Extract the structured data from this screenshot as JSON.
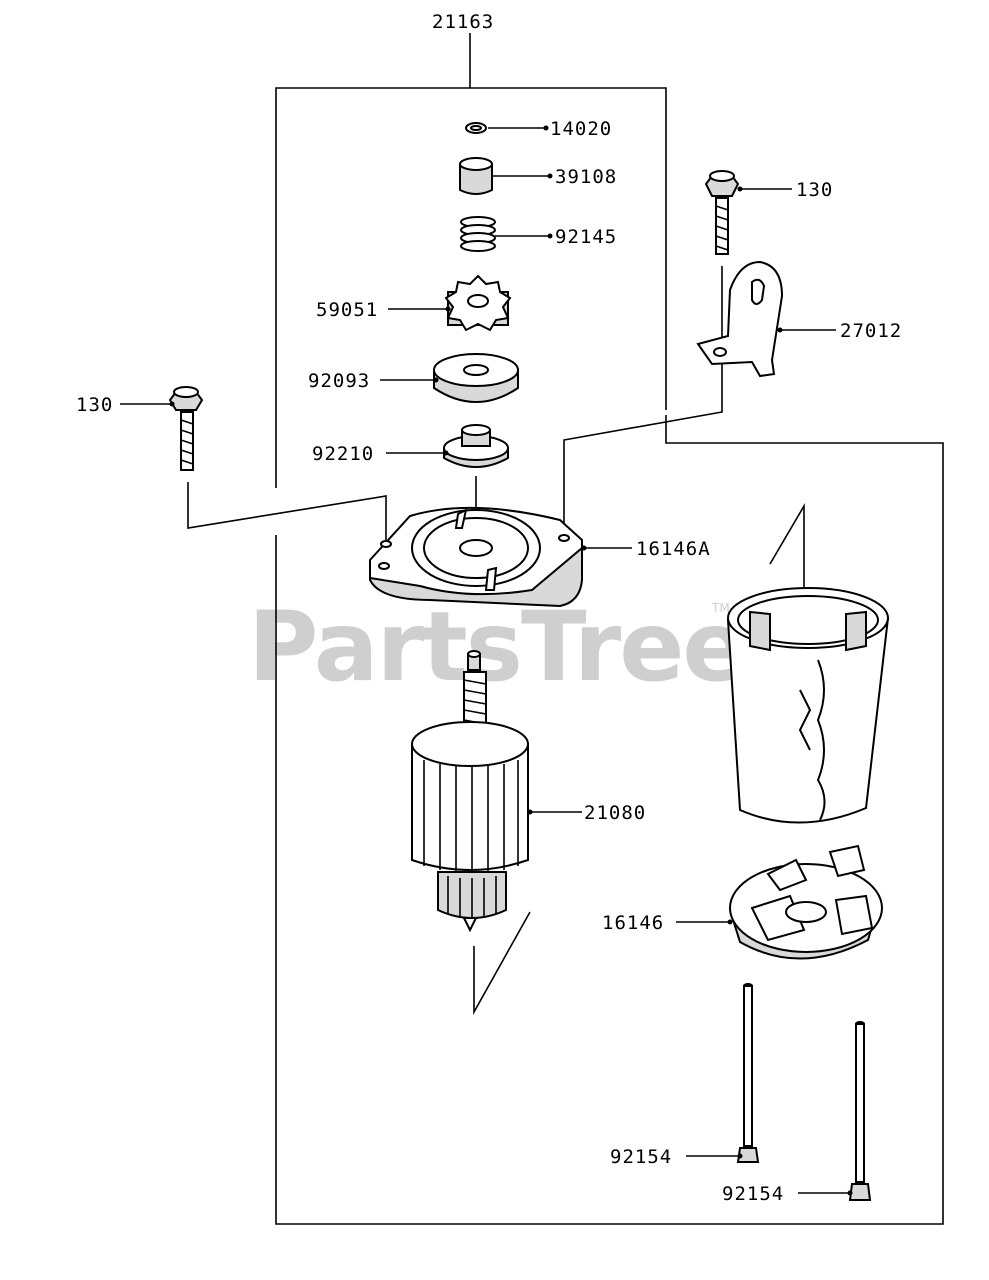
{
  "watermark": {
    "text": "PartsTree",
    "tm": "TM"
  },
  "callouts": {
    "assembly": "21163",
    "washer_top": "14020",
    "collar": "39108",
    "spring": "92145",
    "pinion": "59051",
    "washer": "92093",
    "stop_nut": "92210",
    "bolt_left": "130",
    "bolt_right": "130",
    "bracket": "27012",
    "front_cover": "16146A",
    "armature": "21080",
    "rear_cover": "16146",
    "through_bolt_a": "92154",
    "through_bolt_b": "92154"
  }
}
